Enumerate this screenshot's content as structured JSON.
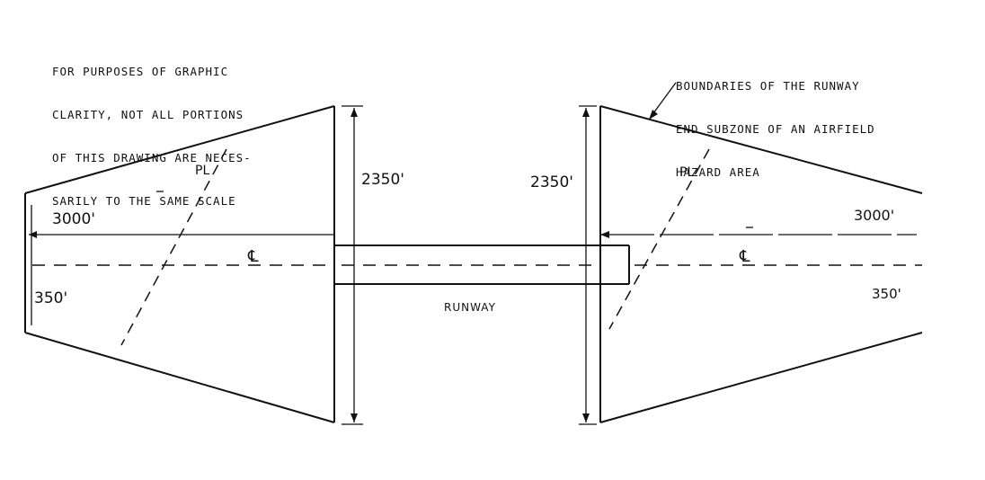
{
  "notes": {
    "left_note": [
      "FOR PURPOSES OF GRAPHIC",
      "CLARITY, NOT ALL PORTIONS",
      "OF THIS DRAWING ARE NECES-",
      "SARILY TO THE SAME SCALE"
    ],
    "right_note": [
      "BOUNDARIES OF THE RUNWAY",
      "END SUBZONE OF AN AIRFIELD",
      "HAZARD AREA"
    ]
  },
  "labels": {
    "left_width": "2350'",
    "right_width": "2350'",
    "left_length": "3000'",
    "right_length": "3000'",
    "left_inner_width": "350'",
    "right_inner_width": "350'",
    "runway": "RUNWAY",
    "centerline_symbol": "℄",
    "property_line_symbol": "PL"
  }
}
